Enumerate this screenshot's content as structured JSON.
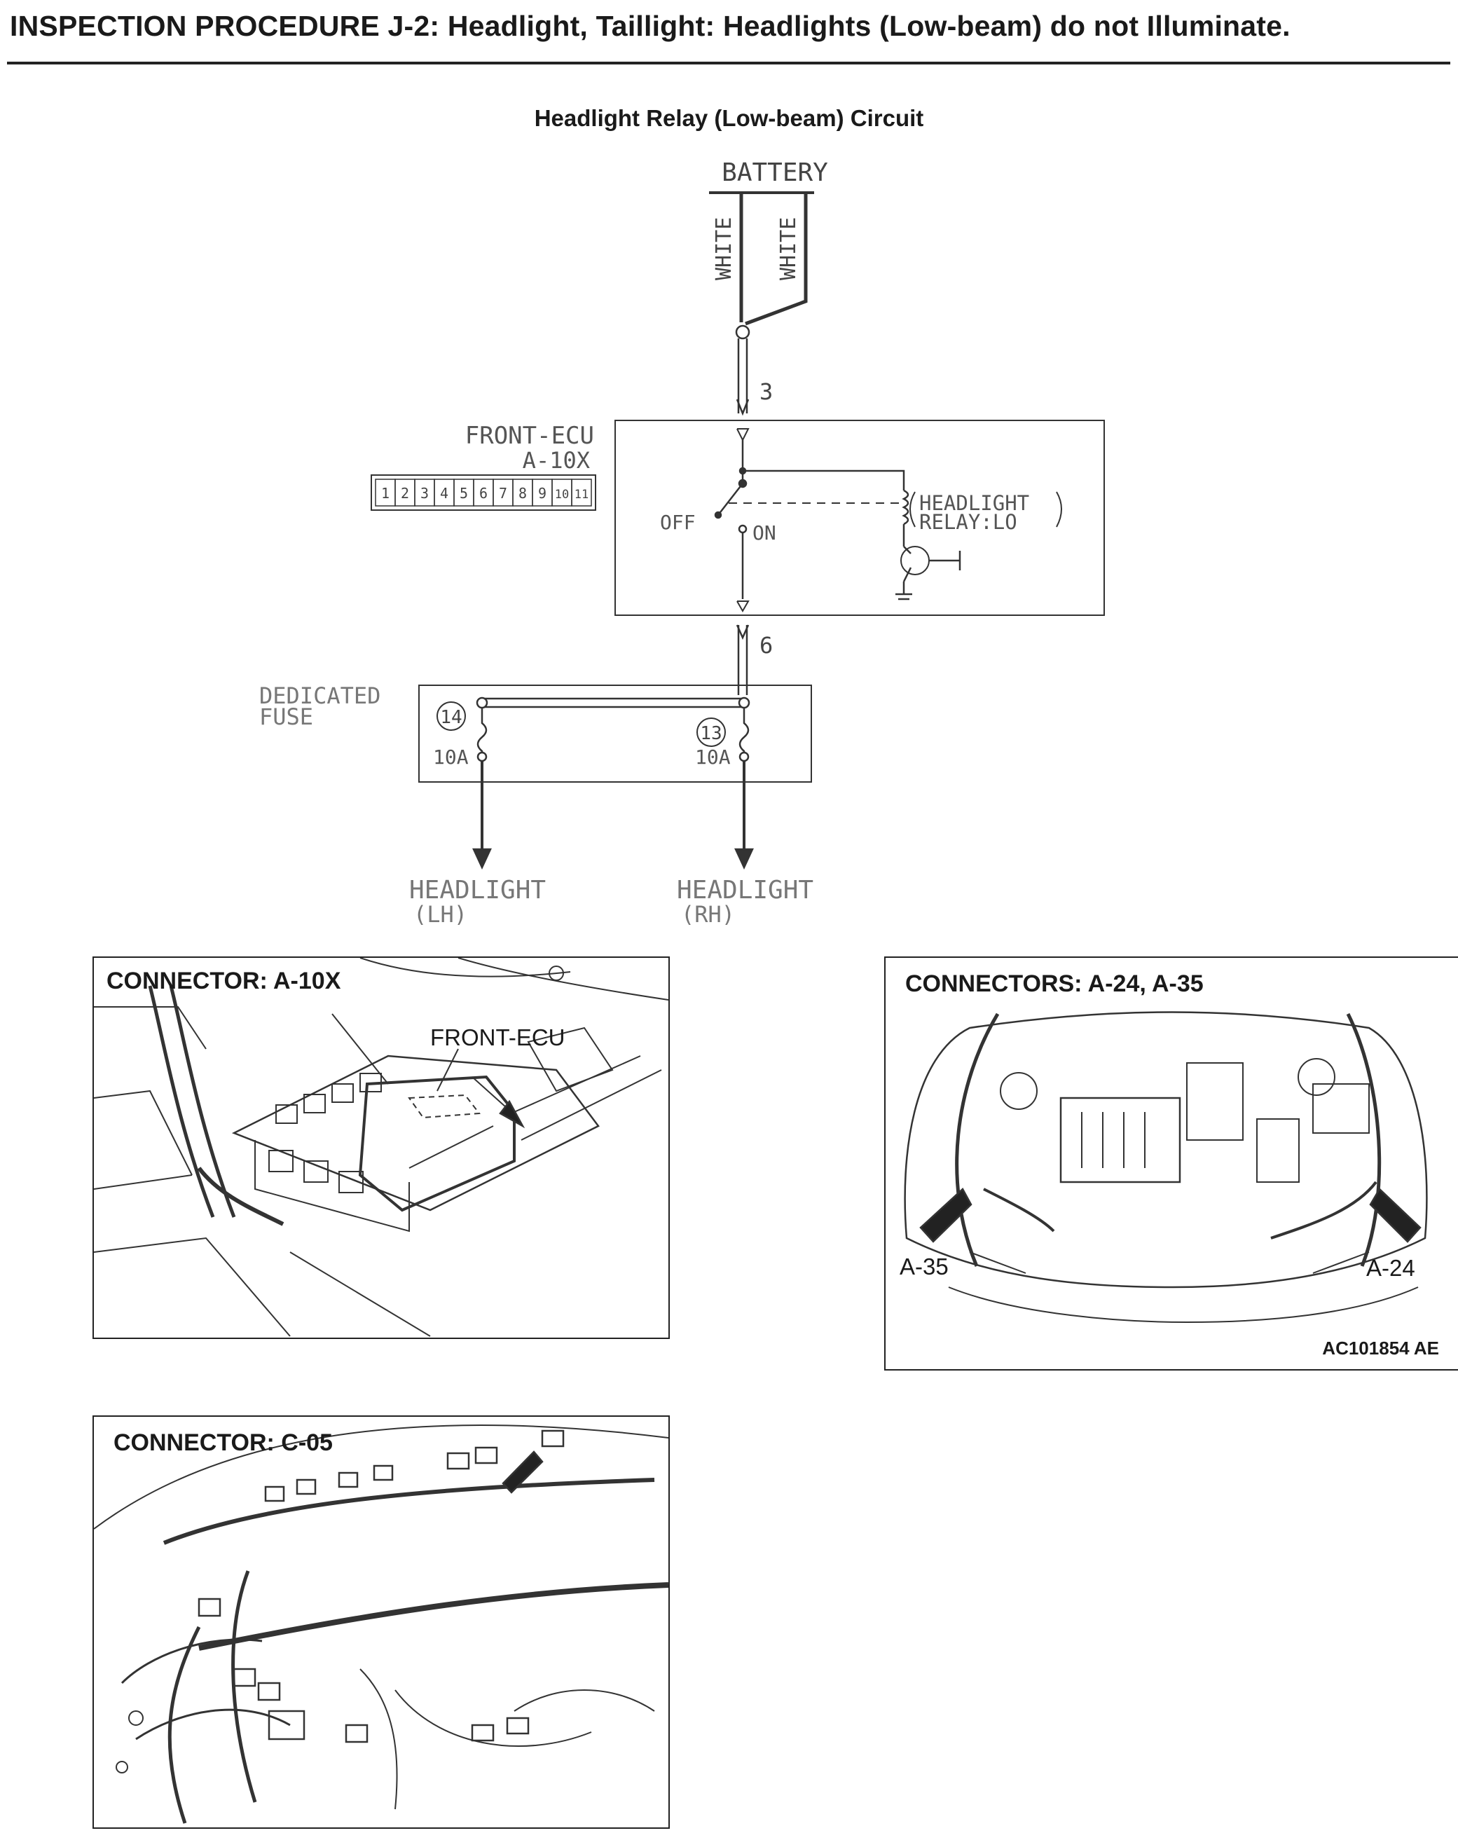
{
  "page": {
    "title": "INSPECTION PROCEDURE J-2: Headlight, Taillight: Headlights (Low-beam) do not Illuminate."
  },
  "circuit": {
    "title": "Headlight Relay (Low-beam) Circuit",
    "battery": "BATTERY",
    "wire_left": "WHITE",
    "wire_right": "WHITE",
    "pin_in": "3",
    "pin_out": "6",
    "ecu_label": "FRONT-ECU",
    "ecu_connector": "A-10X",
    "connector_pins": [
      "1",
      "2",
      "3",
      "4",
      "5",
      "6",
      "7",
      "8",
      "9",
      "10",
      "11"
    ],
    "switch_off": "OFF",
    "switch_on": "ON",
    "relay_line1": "HEADLIGHT",
    "relay_line2": "RELAY:LO",
    "fuse_line1": "DEDICATED",
    "fuse_line2": "FUSE",
    "fuse_left_num": "14",
    "fuse_right_num": "13",
    "fuse_left_rating": "10A",
    "fuse_right_rating": "10A",
    "out_left_line1": "HEADLIGHT",
    "out_left_line2": "(LH)",
    "out_right_line1": "HEADLIGHT",
    "out_right_line2": "(RH)"
  },
  "panels": {
    "a10x": {
      "label": "CONNECTOR: A-10X",
      "callout": "FRONT-ECU"
    },
    "a24_a35": {
      "label": "CONNECTORS: A-24, A-35",
      "callout_left": "A-35",
      "callout_right": "A-24",
      "figure_code": "AC101854 AE"
    },
    "c05": {
      "label": "CONNECTOR: C-05"
    }
  }
}
